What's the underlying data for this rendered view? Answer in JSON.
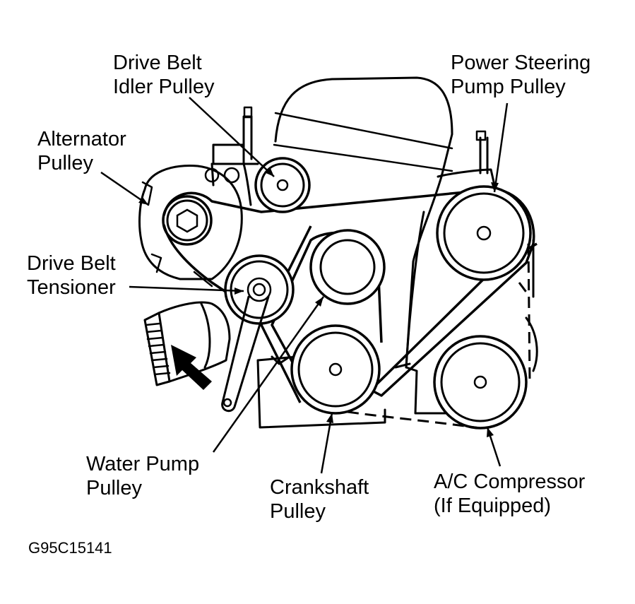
{
  "labels": {
    "idler_line1": "Drive Belt",
    "idler_line2": "Idler Pulley",
    "ps_line1": "Power Steering",
    "ps_line2": "Pump Pulley",
    "alt_line1": "Alternator",
    "alt_line2": "Pulley",
    "tensioner_line1": "Drive Belt",
    "tensioner_line2": "Tensioner",
    "water_line1": "Water Pump",
    "water_line2": "Pulley",
    "crank_line1": "Crankshaft",
    "crank_line2": "Pulley",
    "ac_line1": "A/C Compressor",
    "ac_line2": "(If Equipped)"
  },
  "figure_code": "G95C15141",
  "colors": {
    "ink": "#000000",
    "paper": "#ffffff"
  }
}
